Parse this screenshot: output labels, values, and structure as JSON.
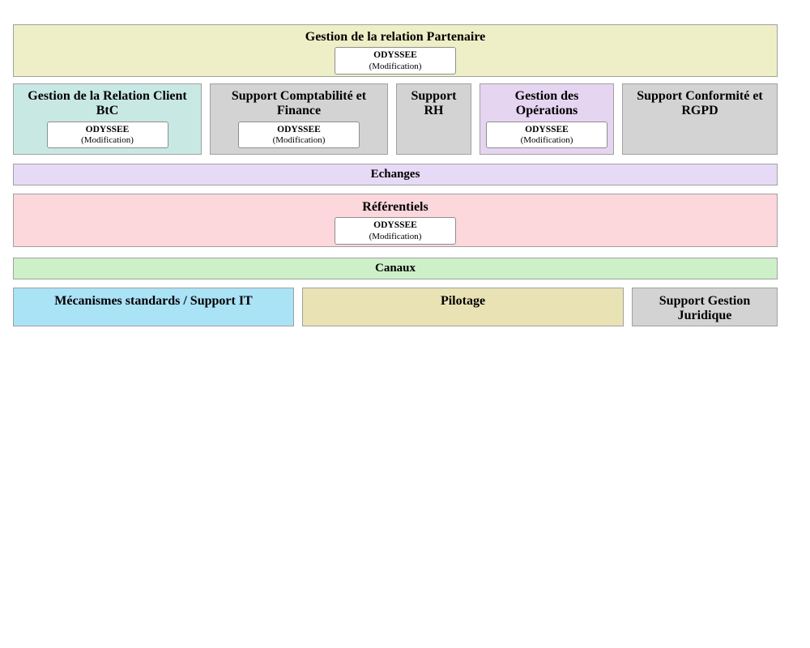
{
  "diagram": {
    "odyssee": {
      "name": "ODYSSEE",
      "detail": "(Modification)"
    },
    "blocks": {
      "partner": {
        "label": "Gestion de la relation Partenaire",
        "color": "#eeefc6"
      },
      "client_btc": {
        "label": "Gestion de la Relation Client BtC",
        "color": "#c8e8e4"
      },
      "compta": {
        "label": "Support Comptabilité et Finance",
        "color": "#d3d3d3"
      },
      "rh": {
        "label": "Support RH",
        "color": "#d3d3d3"
      },
      "operations": {
        "label": "Gestion des Opérations",
        "color": "#e6d5f1"
      },
      "conformite": {
        "label": "Support Conformité et RGPD",
        "color": "#d3d3d3"
      },
      "echanges": {
        "label": "Echanges",
        "color": "#e7daf6"
      },
      "referentiels": {
        "label": "Référentiels",
        "color": "#fcd7dc"
      },
      "canaux": {
        "label": "Canaux",
        "color": "#cdf0c8"
      },
      "mecanismes": {
        "label": "Mécanismes standards / Support IT",
        "color": "#aae2f6"
      },
      "pilotage": {
        "label": "Pilotage",
        "color": "#e9e2b4"
      },
      "juridique": {
        "label": "Support Gestion Juridique",
        "color": "#d3d3d3"
      }
    }
  }
}
